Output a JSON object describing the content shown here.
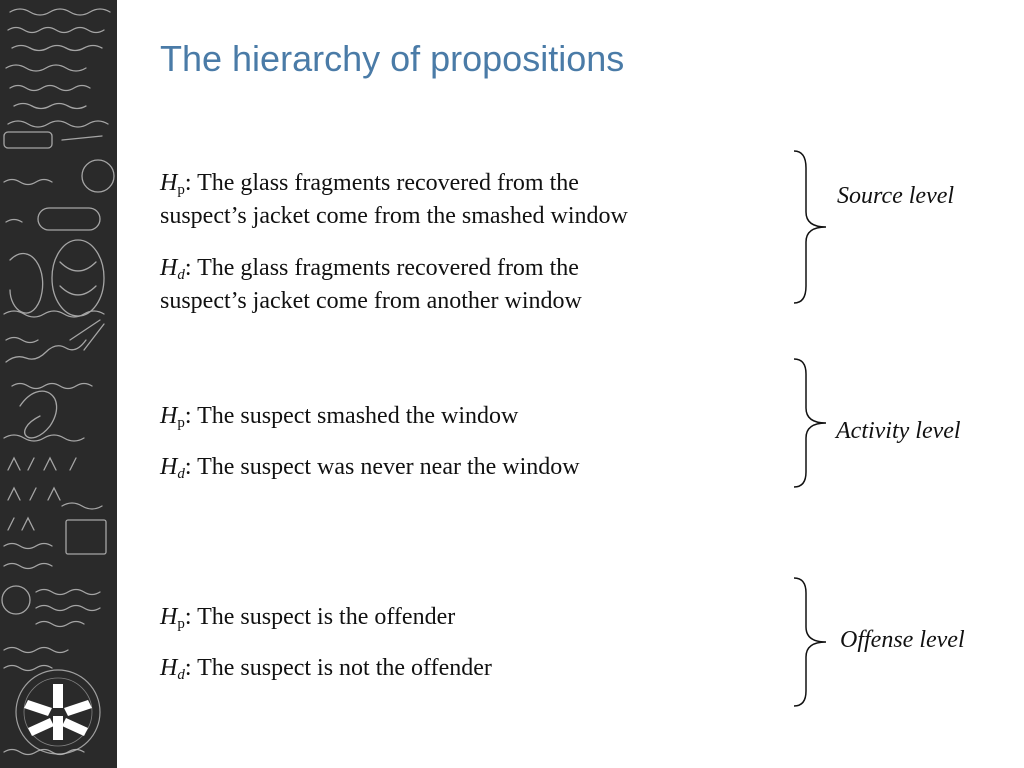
{
  "title": "The hierarchy of propositions",
  "groups": [
    {
      "level": "Source level",
      "hp": {
        "symbol": "H",
        "sub": "p",
        "line1": ": The glass fragments recovered from the",
        "line2": "suspect’s jacket come from the smashed window"
      },
      "hd": {
        "symbol": "H",
        "sub": "d",
        "line1": ": The glass fragments recovered from the",
        "line2": "suspect’s jacket come from another window"
      }
    },
    {
      "level": "Activity level",
      "hp": {
        "symbol": "H",
        "sub": "p",
        "line1": ": The suspect smashed the window"
      },
      "hd": {
        "symbol": "H",
        "sub": "d",
        "line1": ": The suspect was never near the window"
      }
    },
    {
      "level": "Offense level",
      "hp": {
        "symbol": "H",
        "sub": "p",
        "line1": ": The suspect is the offender"
      },
      "hd": {
        "symbol": "H",
        "sub": "d",
        "line1": ": The suspect is not the offender"
      }
    }
  ],
  "colors": {
    "title": "#4a7ba7",
    "sidebar": "#2a2a2a",
    "chalk": "#d8d8d8"
  },
  "icons": {
    "sidebar": "chalkboard-scribble-decoration",
    "logo": "university-logo"
  }
}
